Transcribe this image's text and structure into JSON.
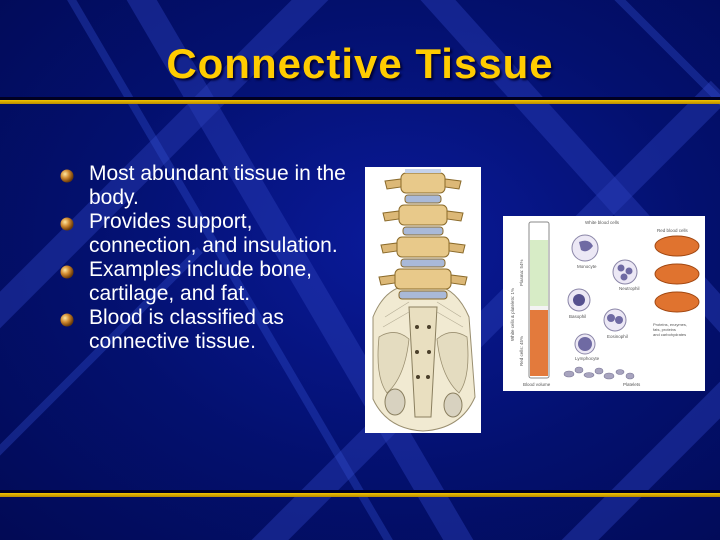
{
  "slide": {
    "title": "Connective Tissue",
    "bullets": [
      "Most abundant tissue in the body.",
      "Provides support, connection, and insulation.",
      "Examples include bone, cartilage, and fat.",
      "Blood is classified as connective tissue."
    ]
  },
  "spine_image": {
    "icon": "lumbar-spine-illustration"
  },
  "blood_image": {
    "tube_labels": {
      "plasma": "Plasma: 54%",
      "buffy": "White cells & platelets: 1%",
      "rbc": "Red cells: 45%",
      "volume": "Blood volume"
    },
    "cell_labels": {
      "white_blood_cells": "White blood cells",
      "monocyte": "Monocyte",
      "neutrophil": "Neutrophil",
      "basophil": "Basophil",
      "eosinophil": "Eosinophil",
      "lymphocyte": "Lymphocyte",
      "red_blood_cells": "Red blood cells",
      "plasma_contents": "Proteins, enzymes, fats, proteins and carbohydrates",
      "platelets": "Platelets"
    }
  },
  "colors": {
    "background": "#03106e",
    "title": "#ffcc00",
    "rule": "#e0b000",
    "text": "#ffffff"
  }
}
